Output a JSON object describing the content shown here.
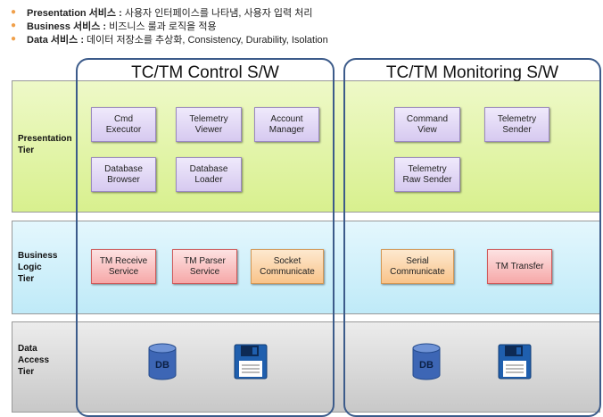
{
  "bullets": [
    {
      "term": "Presentation 서비스 :",
      "desc": " 사용자 인터페이스를 나타냄, 사용자 입력 처리"
    },
    {
      "term": "Business 서비스 :",
      "desc": " 비즈니스 룰과 로직을 적용"
    },
    {
      "term": "Data 서비스 :",
      "desc": " 데이터 저장소를 추상화, Consistency, Durability, Isolation"
    }
  ],
  "tiers": {
    "presentation": {
      "line1": "Presentation",
      "line2": "Tier"
    },
    "business": {
      "line1": "Business",
      "line2": "Logic",
      "line3": "Tier"
    },
    "data": {
      "line1": "Data",
      "line2": "Access",
      "line3": "Tier"
    }
  },
  "systems": {
    "control": {
      "title": "TC/TM Control S/W",
      "presentation": [
        {
          "line1": "Cmd",
          "line2": "Executor"
        },
        {
          "line1": "Telemetry",
          "line2": "Viewer"
        },
        {
          "line1": "Account",
          "line2": "Manager"
        },
        {
          "line1": "Database",
          "line2": "Browser"
        },
        {
          "line1": "Database",
          "line2": "Loader"
        }
      ],
      "business": [
        {
          "line1": "TM Receive",
          "line2": "Service"
        },
        {
          "line1": "TM Parser",
          "line2": "Service"
        },
        {
          "line1": "Socket",
          "line2": "Communicate"
        }
      ],
      "db_label": "DB"
    },
    "monitoring": {
      "title": "TC/TM Monitoring S/W",
      "presentation": [
        {
          "line1": "Command",
          "line2": "View"
        },
        {
          "line1": "Telemetry",
          "line2": "Sender"
        },
        {
          "line1": "Telemetry",
          "line2": "Raw Sender"
        }
      ],
      "business": [
        {
          "line1": "Serial",
          "line2": "Communicate"
        },
        {
          "line1": "TM Transfer",
          "line2": ""
        }
      ],
      "db_label": "DB"
    }
  },
  "icons": [
    "database-icon",
    "floppy-disk-icon"
  ],
  "colors": {
    "presentation_tier": "#d8f08e",
    "business_tier": "#bfeaf8",
    "data_tier": "#c8c8c8",
    "system_border": "#3c5b8a",
    "component_purple": "#d6c9f0",
    "component_red": "#f6a8a8",
    "component_orange": "#f9c48a",
    "bullet": "#f0a04b"
  }
}
